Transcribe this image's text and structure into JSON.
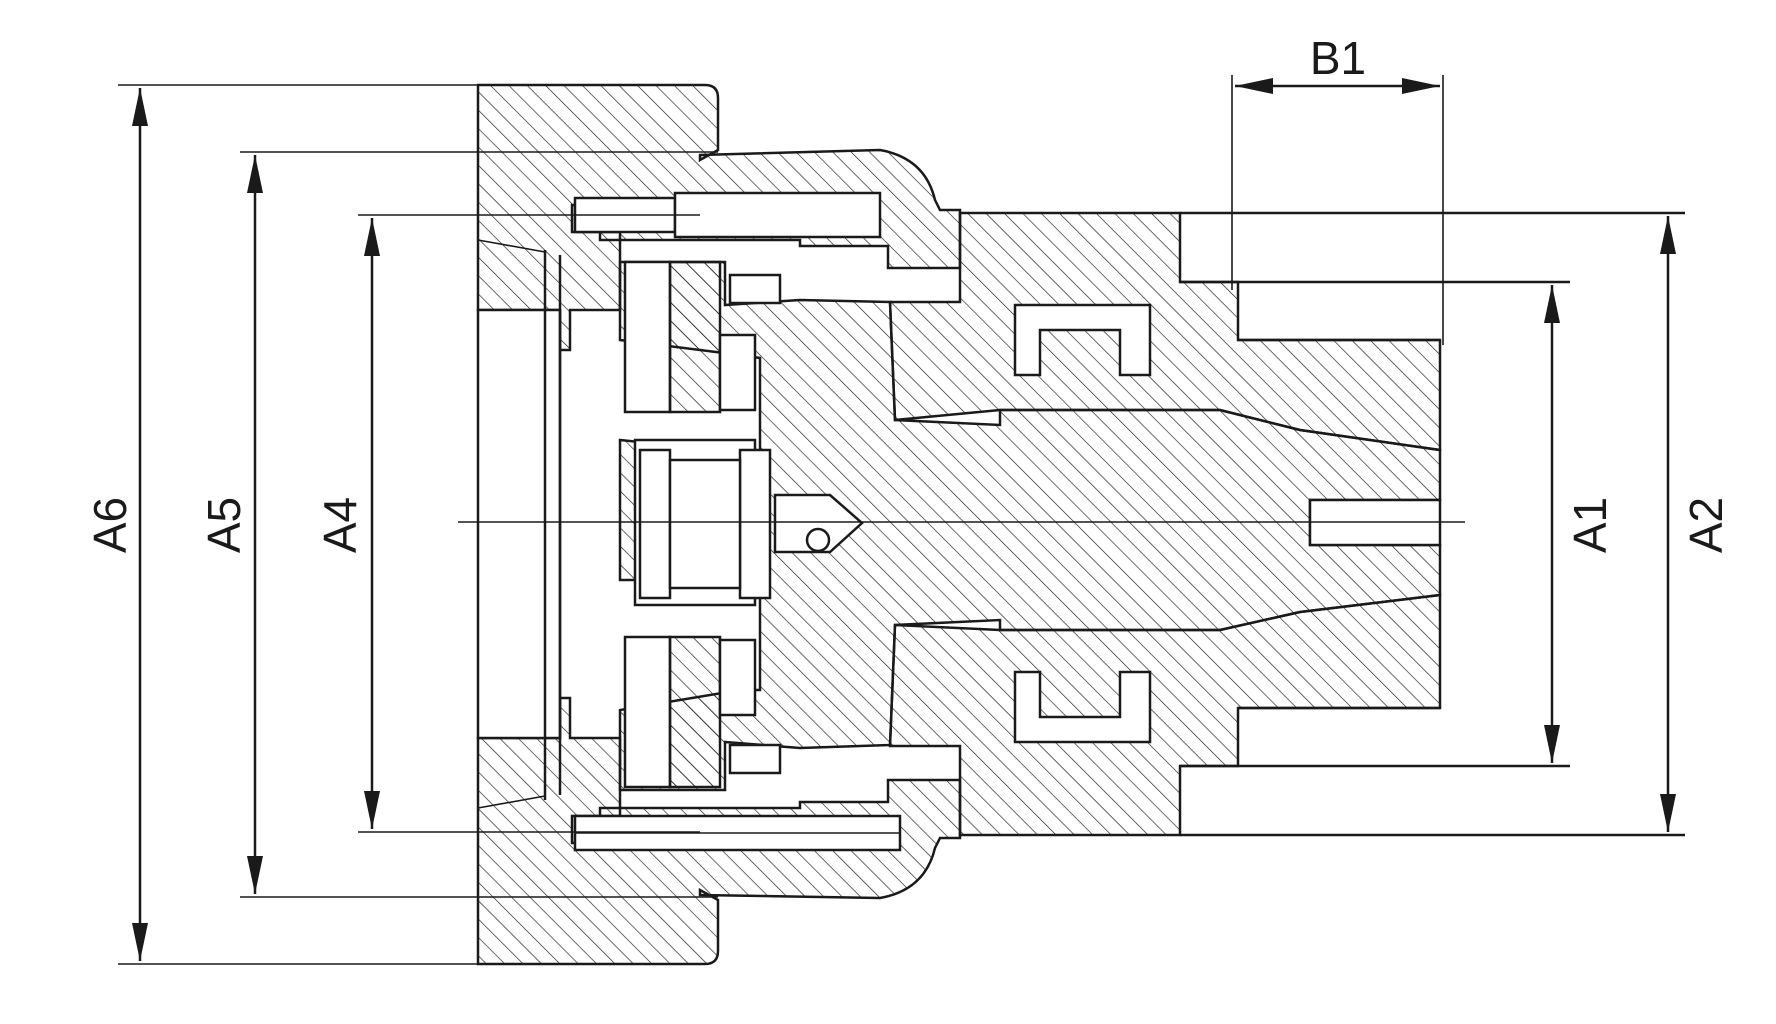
{
  "dimensions": {
    "a6": "A6",
    "a5": "A5",
    "a4": "A4",
    "a1": "A1",
    "a2": "A2",
    "b1": "B1"
  },
  "colors": {
    "line": "#1a1a1a",
    "background": "#ffffff"
  }
}
